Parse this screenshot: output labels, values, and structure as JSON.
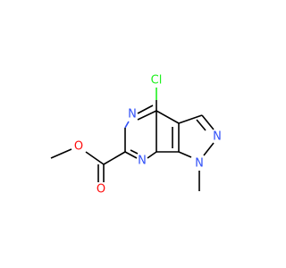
{
  "molecule": {
    "atoms": {
      "chlorine": {
        "label": "Cl",
        "color": "#1FF01F"
      },
      "n_upper": {
        "label": "N",
        "color": "#3050F8"
      },
      "n_lower": {
        "label": "N",
        "color": "#3050F8"
      },
      "n_pyrazole_2": {
        "label": "N",
        "color": "#3050F8"
      },
      "n_pyrazole_1": {
        "label": "N",
        "color": "#3050F8"
      },
      "o_ester": {
        "label": "O",
        "color": "#FF0D0D"
      },
      "o_carbonyl": {
        "label": "O",
        "color": "#FF0D0D"
      }
    },
    "bond_color": "#000000"
  }
}
